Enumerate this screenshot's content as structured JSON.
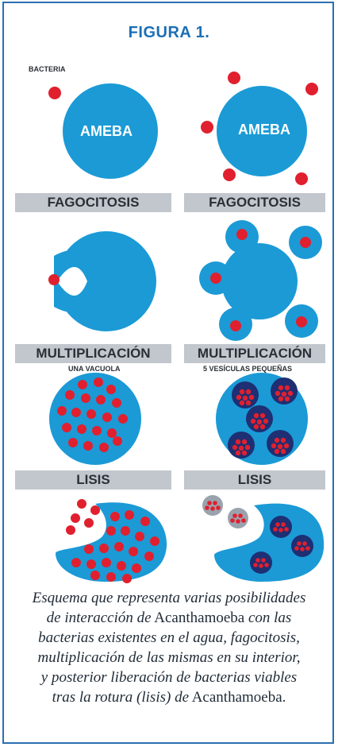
{
  "figure": {
    "title": "FIGURA 1.",
    "bacteria_label": "BACTERIA",
    "ameba_left": "AMEBA",
    "ameba_right": "AMEBA",
    "fagocitosis_left": "FAGOCITOSIS",
    "fagocitosis_right": "FAGOCITOSIS",
    "multiplicacion_left": "MULTIPLICACIÓN",
    "multiplicacion_right": "MULTIPLICACIÓN",
    "vacuola_label": "UNA VACUOLA",
    "vesiculas_label": "5 VESÍCULAS PEQUEÑAS",
    "lisis_left": "LISIS",
    "lisis_right": "LISIS"
  },
  "caption": {
    "p1": "Esquema que representa varias posibilidades",
    "p2": "de interacción de",
    "p3": "Acanthamoeba",
    "p4": "con las",
    "p5": "bacterias existentes en el agua, fagocitosis,",
    "p6": "multiplicación de las mismas en su interior,",
    "p7": "y posterior liberación de bacterias viables",
    "p8": "tras la rotura (lisis) de",
    "p9": "Acanthamoeba",
    "p10": "."
  },
  "colors": {
    "ameba": "#1b9ad6",
    "bacteria": "#e0202e",
    "vesicle": "#1e2f73",
    "bar": "#c2c6cd",
    "title": "#1c6fb6",
    "frame": "#2a6fb0"
  }
}
